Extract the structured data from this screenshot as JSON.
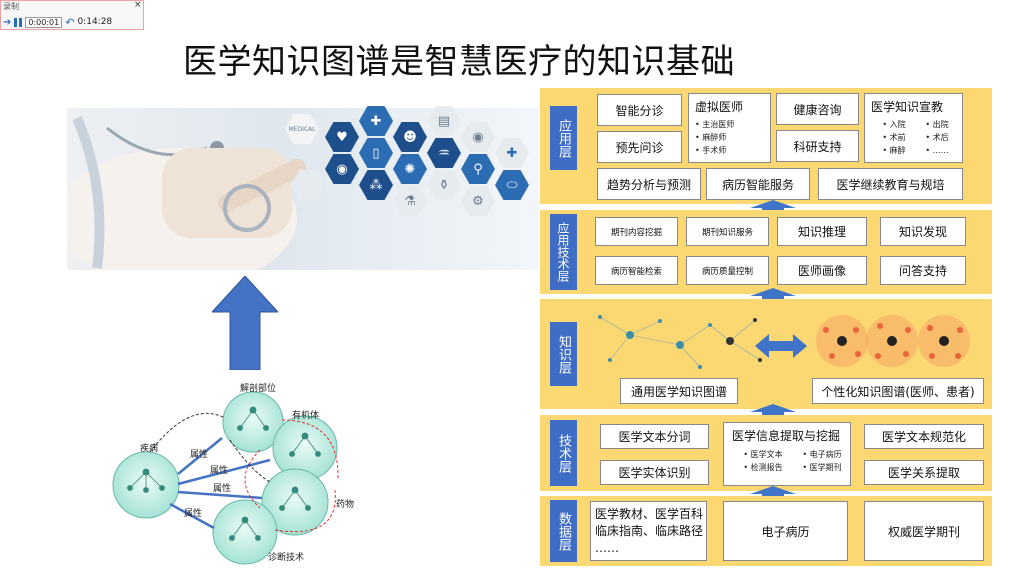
{
  "recorder": {
    "title": "录制",
    "close": "×",
    "elapsed": "0:00:01",
    "total": "0:14:28"
  },
  "slide_title": "医学知识图谱是智慧医疗的知识基础",
  "colors": {
    "layer_bg": "#fcd873",
    "tag_bg": "#3f6cc4",
    "arrow_blue": "#3f74c8"
  },
  "app_layer": {
    "tag": "应用层",
    "smart_triage": "智能分诊",
    "pre_consult": "预先问诊",
    "virtual_doctor": "虚拟医师",
    "virtual_doctor_items": [
      "主治医师",
      "麻醉师",
      "手术师"
    ],
    "health_consult": "健康咨询",
    "research": "科研支持",
    "edu_title": "医学知识宣教",
    "edu_items": [
      "入院",
      "出院",
      "术前",
      "术后",
      "麻醉",
      "……"
    ],
    "trend": "趋势分析与预测",
    "record_service": "病历智能服务",
    "cme": "医学继续教育与规培"
  },
  "app_tech_layer": {
    "tag": "应用技术层",
    "items": [
      "期刊内容挖掘",
      "期刊知识服务",
      "知识推理",
      "知识发现",
      "病历智能检索",
      "病历质量控制",
      "医师画像",
      "问答支持"
    ]
  },
  "knowledge_layer": {
    "tag": "知识层",
    "general": "通用医学知识图谱",
    "personal": "个性化知识图谱(医师、患者)"
  },
  "tech_layer": {
    "tag": "技术层",
    "segment": "医学文本分词",
    "ner": "医学实体识别",
    "extract": "医学信息提取与挖掘",
    "extract_items": [
      "医学文本",
      "电子病历",
      "检测报告",
      "医学期刊"
    ],
    "normalize": "医学文本规范化",
    "relation": "医学关系提取"
  },
  "data_layer": {
    "tag": "数据层",
    "books_line1": "医学教材、医学百科",
    "books_line2": "临床指南、临床路径",
    "books_line3": "……",
    "emr": "电子病历",
    "journals": "权威医学期刊"
  },
  "graph_labels": {
    "anatomy": "解剖部位",
    "organism": "有机体",
    "disease": "疾病",
    "attr1": "属性",
    "attr2": "属性",
    "attr3": "属性",
    "attr4": "属性",
    "drug": "药物",
    "diagnosis": "诊断技术"
  },
  "hex_label": "MEDICAL"
}
